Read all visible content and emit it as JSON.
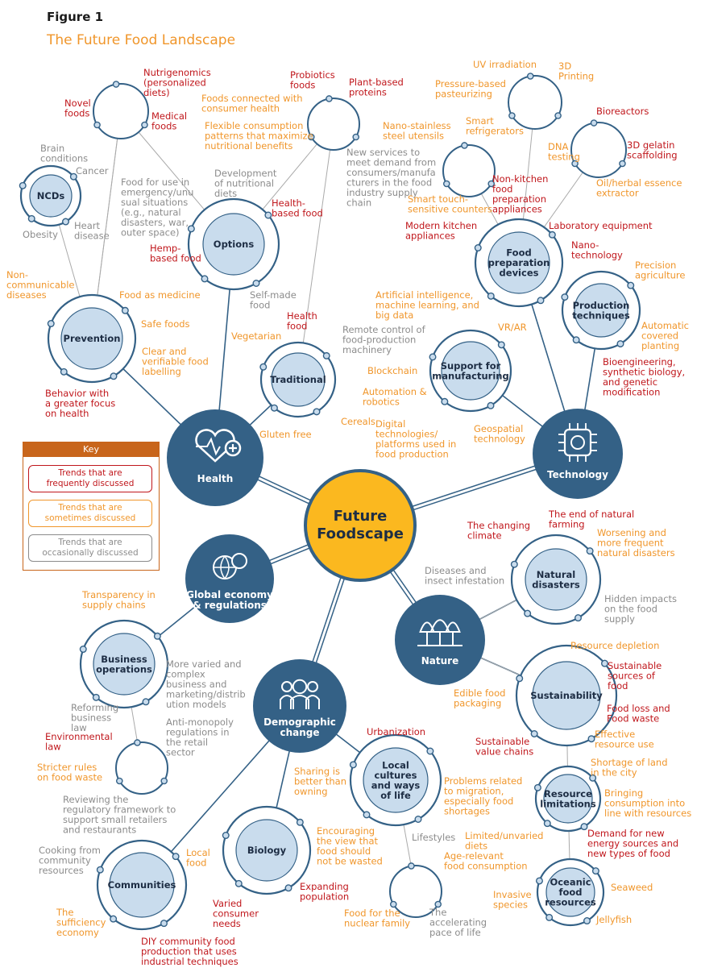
{
  "figure_label": "Figure 1",
  "title": "The Future Food Landscape",
  "colors": {
    "frequent": "#c0171c",
    "sometimes": "#f0962b",
    "occasional": "#8c8c8c",
    "hub": "#346186",
    "center": "#fbb81f",
    "sub_fill": "#c9dced",
    "key_header": "#c8651b"
  },
  "key": {
    "title": "Key",
    "items": [
      {
        "label": "Trends that are frequently discussed",
        "lines": [
          "Trends that are",
          "frequently discussed"
        ],
        "level": "frequent"
      },
      {
        "label": "Trends that are sometimes discussed",
        "lines": [
          "Trends that are",
          "sometimes discussed"
        ],
        "level": "sometimes"
      },
      {
        "label": "Trends that are occasionally discussed",
        "lines": [
          "Trends that are",
          "occasionally discussed"
        ],
        "level": "occasional"
      }
    ]
  },
  "center": {
    "lines": [
      "Future",
      "Foodscape"
    ]
  },
  "hubs": [
    {
      "id": "health",
      "label": "Health",
      "icon": "heart-pulse-icon"
    },
    {
      "id": "technology",
      "label": "Technology",
      "icon": "circuit-brain-icon"
    },
    {
      "id": "global",
      "label": "Global economy & regulations",
      "lines": [
        "Global economy",
        "& regulations"
      ],
      "icon": "globe-coin-icon"
    },
    {
      "id": "nature",
      "label": "Nature",
      "icon": "trees-icon"
    },
    {
      "id": "demographic",
      "label": "Demographic change",
      "lines": [
        "Demographic",
        "change"
      ],
      "icon": "people-icon"
    }
  ],
  "subs": [
    {
      "id": "ncds",
      "label": "NCDs",
      "lines": [
        "NCDs"
      ],
      "hub": "health"
    },
    {
      "id": "prevention",
      "label": "Prevention",
      "lines": [
        "Prevention"
      ],
      "hub": "health"
    },
    {
      "id": "options",
      "label": "Options",
      "lines": [
        "Options"
      ],
      "hub": "health"
    },
    {
      "id": "traditional",
      "label": "Traditional",
      "lines": [
        "Traditional"
      ],
      "hub": "health"
    },
    {
      "id": "food-prep",
      "label": "Food preparation devices",
      "lines": [
        "Food",
        "preparation",
        "devices"
      ],
      "hub": "technology"
    },
    {
      "id": "production",
      "label": "Production techniques",
      "lines": [
        "Production",
        "techniques"
      ],
      "hub": "technology"
    },
    {
      "id": "manufacturing",
      "label": "Support for manufacturing",
      "lines": [
        "Support for",
        "manufacturing"
      ],
      "hub": "technology"
    },
    {
      "id": "business",
      "label": "Business operations",
      "lines": [
        "Business",
        "operations"
      ],
      "hub": "global"
    },
    {
      "id": "natural-disasters",
      "label": "Natural disasters",
      "lines": [
        "Natural",
        "disasters"
      ],
      "hub": "nature"
    },
    {
      "id": "sustainability",
      "label": "Sustainability",
      "lines": [
        "Sustainability"
      ],
      "hub": "nature"
    },
    {
      "id": "resource-limitations",
      "label": "Resource limitations",
      "lines": [
        "Resource",
        "limitations"
      ],
      "hub": "nature"
    },
    {
      "id": "oceanic",
      "label": "Oceanic food resources",
      "lines": [
        "Oceanic",
        "food",
        "resources"
      ],
      "hub": "nature"
    },
    {
      "id": "local-cultures",
      "label": "Local cultures and ways of life",
      "lines": [
        "Local",
        "cultures",
        "and ways",
        "of life"
      ],
      "hub": "demographic"
    },
    {
      "id": "biology",
      "label": "Biology",
      "lines": [
        "Biology"
      ],
      "hub": "demographic"
    },
    {
      "id": "communities",
      "label": "Communities",
      "lines": [
        "Communities"
      ],
      "hub": "demographic"
    }
  ],
  "trends": [
    {
      "id": "nutrigenomics",
      "lines": [
        "Nutrigenomics",
        "(personalized",
        "diets)"
      ],
      "level": "frequent"
    },
    {
      "id": "novel-foods",
      "lines": [
        "Novel",
        "foods"
      ],
      "level": "frequent"
    },
    {
      "id": "medical-foods",
      "lines": [
        "Medical",
        "foods"
      ],
      "level": "frequent"
    },
    {
      "id": "brain-conditions",
      "lines": [
        "Brain",
        "conditions"
      ],
      "level": "occasional"
    },
    {
      "id": "cancer",
      "lines": [
        "Cancer"
      ],
      "level": "occasional"
    },
    {
      "id": "obesity",
      "lines": [
        "Obesity"
      ],
      "level": "occasional"
    },
    {
      "id": "heart-disease",
      "lines": [
        "Heart",
        "disease"
      ],
      "level": "occasional"
    },
    {
      "id": "emergency-food",
      "lines": [
        "Food for use in",
        "emergency/unu",
        "sual situations",
        "(e.g., natural",
        "disasters, war,",
        "outer space)"
      ],
      "level": "occasional"
    },
    {
      "id": "non-communicable",
      "lines": [
        "Non-",
        "communicable",
        "diseases"
      ],
      "level": "sometimes"
    },
    {
      "id": "food-as-medicine",
      "lines": [
        "Food as medicine"
      ],
      "level": "sometimes"
    },
    {
      "id": "safe-foods",
      "lines": [
        "Safe foods"
      ],
      "level": "sometimes"
    },
    {
      "id": "clear-labelling",
      "lines": [
        "Clear and",
        "verifiable food",
        "labelling"
      ],
      "level": "sometimes"
    },
    {
      "id": "behavior-health",
      "lines": [
        "Behavior with",
        "a greater focus",
        "on health"
      ],
      "level": "frequent"
    },
    {
      "id": "probiotics",
      "lines": [
        "Probiotics",
        "foods"
      ],
      "level": "frequent"
    },
    {
      "id": "plant-based",
      "lines": [
        "Plant-based",
        "proteins"
      ],
      "level": "frequent"
    },
    {
      "id": "foods-connected",
      "lines": [
        "Foods connected with",
        "consumer health"
      ],
      "level": "sometimes"
    },
    {
      "id": "flexible-consumption",
      "lines": [
        "Flexible consumption",
        "patterns that maximize",
        "nutritional benefits"
      ],
      "level": "sometimes"
    },
    {
      "id": "new-services",
      "lines": [
        "New services to",
        "meet demand from",
        "consumers/manufa",
        "cturers in the food",
        "industry supply",
        "chain"
      ],
      "level": "occasional"
    },
    {
      "id": "nutritional-diets",
      "lines": [
        "Development",
        "of nutritional",
        "diets"
      ],
      "level": "occasional"
    },
    {
      "id": "health-based-food",
      "lines": [
        "Health-",
        "based food"
      ],
      "level": "frequent"
    },
    {
      "id": "hemp-based-food",
      "lines": [
        "Hemp-",
        "based food"
      ],
      "level": "frequent"
    },
    {
      "id": "self-made-food",
      "lines": [
        "Self-made",
        "food"
      ],
      "level": "occasional"
    },
    {
      "id": "vegetarian",
      "lines": [
        "Vegetarian"
      ],
      "level": "sometimes"
    },
    {
      "id": "health-food",
      "lines": [
        "Health",
        "food"
      ],
      "level": "frequent"
    },
    {
      "id": "cereals",
      "lines": [
        "Cereals"
      ],
      "level": "sometimes"
    },
    {
      "id": "gluten-free",
      "lines": [
        "Gluten free"
      ],
      "level": "sometimes"
    },
    {
      "id": "uv-irradiation",
      "lines": [
        "UV irradiation"
      ],
      "level": "sometimes"
    },
    {
      "id": "3d-printing",
      "lines": [
        "3D",
        "Printing"
      ],
      "level": "sometimes"
    },
    {
      "id": "pressure-pasteurizing",
      "lines": [
        "Pressure-based",
        "pasteurizing"
      ],
      "level": "sometimes"
    },
    {
      "id": "nano-steel",
      "lines": [
        "Nano-stainless",
        "steel utensils"
      ],
      "level": "sometimes"
    },
    {
      "id": "smart-refrigerators",
      "lines": [
        "Smart",
        "refrigerators"
      ],
      "level": "sometimes"
    },
    {
      "id": "bioreactors",
      "lines": [
        "Bioreactors"
      ],
      "level": "frequent"
    },
    {
      "id": "dna-testing",
      "lines": [
        "DNA",
        "testing"
      ],
      "level": "sometimes"
    },
    {
      "id": "3d-gelatin",
      "lines": [
        "3D gelatin",
        "scaffolding"
      ],
      "level": "frequent"
    },
    {
      "id": "oil-extractor",
      "lines": [
        "Oil/herbal essence",
        "extractor"
      ],
      "level": "sometimes"
    },
    {
      "id": "non-kitchen",
      "lines": [
        "Non-kitchen",
        "food",
        "preparation",
        "appliances"
      ],
      "level": "frequent"
    },
    {
      "id": "smart-counters",
      "lines": [
        "Smart touch-",
        "sensitive counters"
      ],
      "level": "sometimes"
    },
    {
      "id": "modern-kitchen",
      "lines": [
        "Modern kitchen",
        "appliances"
      ],
      "level": "frequent"
    },
    {
      "id": "lab-equipment",
      "lines": [
        "Laboratory equipment"
      ],
      "level": "frequent"
    },
    {
      "id": "nanotechnology",
      "lines": [
        "Nano-",
        "technology"
      ],
      "level": "frequent"
    },
    {
      "id": "precision-agriculture",
      "lines": [
        "Precision",
        "agriculture"
      ],
      "level": "sometimes"
    },
    {
      "id": "covered-planting",
      "lines": [
        "Automatic",
        "covered",
        "planting"
      ],
      "level": "sometimes"
    },
    {
      "id": "bioengineering",
      "lines": [
        "Bioengineering,",
        "synthetic biology,",
        "and genetic",
        "modification"
      ],
      "level": "frequent"
    },
    {
      "id": "ai-ml",
      "lines": [
        "Artificial intelligence,",
        "machine learning, and",
        "big data"
      ],
      "level": "sometimes"
    },
    {
      "id": "remote-control",
      "lines": [
        "Remote control of",
        "food-production",
        "machinery"
      ],
      "level": "occasional"
    },
    {
      "id": "vr-ar",
      "lines": [
        "VR/AR"
      ],
      "level": "sometimes"
    },
    {
      "id": "blockchain",
      "lines": [
        "Blockchain"
      ],
      "level": "sometimes"
    },
    {
      "id": "automation",
      "lines": [
        "Automation &",
        "robotics"
      ],
      "level": "sometimes"
    },
    {
      "id": "digital-platforms",
      "lines": [
        "Digital",
        "technologies/",
        "platforms used in",
        "food production"
      ],
      "level": "sometimes"
    },
    {
      "id": "geospatial",
      "lines": [
        "Geospatial",
        "technology"
      ],
      "level": "sometimes"
    },
    {
      "id": "transparency",
      "lines": [
        "Transparency in",
        "supply chains"
      ],
      "level": "sometimes"
    },
    {
      "id": "varied-business",
      "lines": [
        "More varied and",
        "complex",
        "business and",
        "marketing/distrib",
        "ution models"
      ],
      "level": "occasional"
    },
    {
      "id": "reforming-law",
      "lines": [
        "Reforming",
        "business",
        "law"
      ],
      "level": "occasional"
    },
    {
      "id": "environmental-law",
      "lines": [
        "Environmental",
        "law"
      ],
      "level": "frequent"
    },
    {
      "id": "anti-monopoly",
      "lines": [
        "Anti-monopoly",
        "regulations in",
        "the retail",
        "sector"
      ],
      "level": "occasional"
    },
    {
      "id": "food-waste-rules",
      "lines": [
        "Stricter rules",
        "on food waste"
      ],
      "level": "sometimes"
    },
    {
      "id": "regulatory-framework",
      "lines": [
        "Reviewing the",
        "regulatory framework to",
        "support small retailers",
        "and restaurants"
      ],
      "level": "occasional"
    },
    {
      "id": "changing-climate",
      "lines": [
        "The changing",
        "climate"
      ],
      "level": "frequent"
    },
    {
      "id": "end-farming",
      "lines": [
        "The end of natural",
        "farming"
      ],
      "level": "frequent"
    },
    {
      "id": "worsening-disasters",
      "lines": [
        "Worsening and",
        "more frequent",
        "natural disasters"
      ],
      "level": "sometimes"
    },
    {
      "id": "diseases-insects",
      "lines": [
        "Diseases and",
        "insect infestation"
      ],
      "level": "occasional"
    },
    {
      "id": "hidden-impacts",
      "lines": [
        "Hidden impacts",
        "on the food",
        "supply"
      ],
      "level": "occasional"
    },
    {
      "id": "resource-depletion",
      "lines": [
        "Resource depletion"
      ],
      "level": "sometimes"
    },
    {
      "id": "sustainable-sources",
      "lines": [
        "Sustainable",
        "sources of",
        "food"
      ],
      "level": "frequent"
    },
    {
      "id": "edible-packaging",
      "lines": [
        "Edible food",
        "packaging"
      ],
      "level": "sometimes"
    },
    {
      "id": "food-loss",
      "lines": [
        "Food loss and",
        "Food waste"
      ],
      "level": "frequent"
    },
    {
      "id": "value-chains",
      "lines": [
        "Sustainable",
        "value chains"
      ],
      "level": "frequent"
    },
    {
      "id": "effective-resource",
      "lines": [
        "Effective",
        "resource use"
      ],
      "level": "sometimes"
    },
    {
      "id": "shortage-land",
      "lines": [
        "Shortage of land",
        "in the city"
      ],
      "level": "sometimes"
    },
    {
      "id": "bringing-consumption",
      "lines": [
        "Bringing",
        "consumption into",
        "line with resources"
      ],
      "level": "sometimes"
    },
    {
      "id": "new-energy",
      "lines": [
        "Demand for new",
        "energy sources and",
        "new types of food"
      ],
      "level": "frequent"
    },
    {
      "id": "seaweed",
      "lines": [
        "Seaweed"
      ],
      "level": "sometimes"
    },
    {
      "id": "invasive-species",
      "lines": [
        "Invasive",
        "species"
      ],
      "level": "sometimes"
    },
    {
      "id": "jellyfish",
      "lines": [
        "Jellyfish"
      ],
      "level": "sometimes"
    },
    {
      "id": "urbanization",
      "lines": [
        "Urbanization"
      ],
      "level": "frequent"
    },
    {
      "id": "sharing",
      "lines": [
        "Sharing is",
        "better than",
        "owning"
      ],
      "level": "sometimes"
    },
    {
      "id": "migration",
      "lines": [
        "Problems related",
        "to migration,",
        "especially food",
        "shortages"
      ],
      "level": "sometimes"
    },
    {
      "id": "food-not-wasted",
      "lines": [
        "Encouraging",
        "the view that",
        "food should",
        "not be wasted"
      ],
      "level": "sometimes"
    },
    {
      "id": "lifestyles",
      "lines": [
        "Lifestyles"
      ],
      "level": "occasional"
    },
    {
      "id": "limited-diets",
      "lines": [
        "Limited/unvaried",
        "diets"
      ],
      "level": "sometimes"
    },
    {
      "id": "age-relevant",
      "lines": [
        "Age-relevant",
        "food consumption"
      ],
      "level": "sometimes"
    },
    {
      "id": "nuclear-family",
      "lines": [
        "Food for the",
        "nuclear family"
      ],
      "level": "sometimes"
    },
    {
      "id": "accelerating-pace",
      "lines": [
        "The",
        "accelerating",
        "pace of life"
      ],
      "level": "occasional"
    },
    {
      "id": "varied-needs",
      "lines": [
        "Varied",
        "consumer",
        "needs"
      ],
      "level": "frequent"
    },
    {
      "id": "expanding-population",
      "lines": [
        "Expanding",
        "population"
      ],
      "level": "frequent"
    },
    {
      "id": "community-resources",
      "lines": [
        "Cooking from",
        "community",
        "resources"
      ],
      "level": "occasional"
    },
    {
      "id": "local-food",
      "lines": [
        "Local",
        "food"
      ],
      "level": "sometimes"
    },
    {
      "id": "sufficiency-economy",
      "lines": [
        "The",
        "sufficiency",
        "economy"
      ],
      "level": "sometimes"
    },
    {
      "id": "diy-community",
      "lines": [
        "DIY community food",
        "production that uses",
        "industrial techniques"
      ],
      "level": "frequent"
    }
  ]
}
